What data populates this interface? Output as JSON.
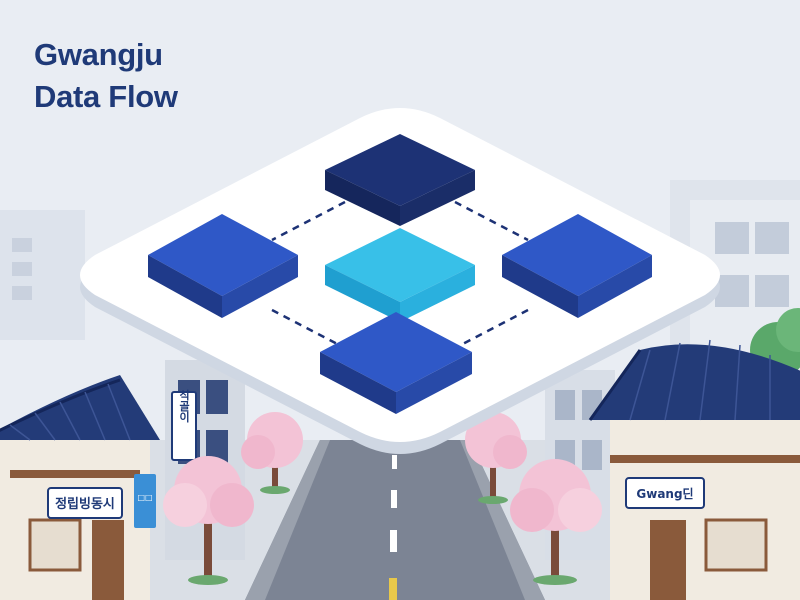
{
  "title": {
    "line1": "Gwangju",
    "line2": "Data Flow"
  },
  "signs": {
    "left_shop": "정립빙동시",
    "left_vertical": "식골이",
    "left_small": "□□",
    "right_shop": "Gwang딘"
  },
  "palette": {
    "sky": "#e9edf3",
    "platform": "#ffffff",
    "block_dark": "#1d3275",
    "block_blue": "#2f58c7",
    "block_center": "#38c0e8",
    "road": "#7c8494",
    "roof": "#233b78",
    "blossom": "#f3c3d6"
  }
}
